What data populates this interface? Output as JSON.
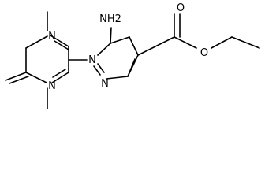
{
  "molecule": {
    "atoms": {
      "pyrimidine_n1": "N",
      "pyrimidine_n3": "N",
      "pyrazole_n1": "N",
      "pyrazole_n2": "N",
      "amino": "NH2",
      "carbonyl_o": "O",
      "ester_o": "O"
    }
  }
}
